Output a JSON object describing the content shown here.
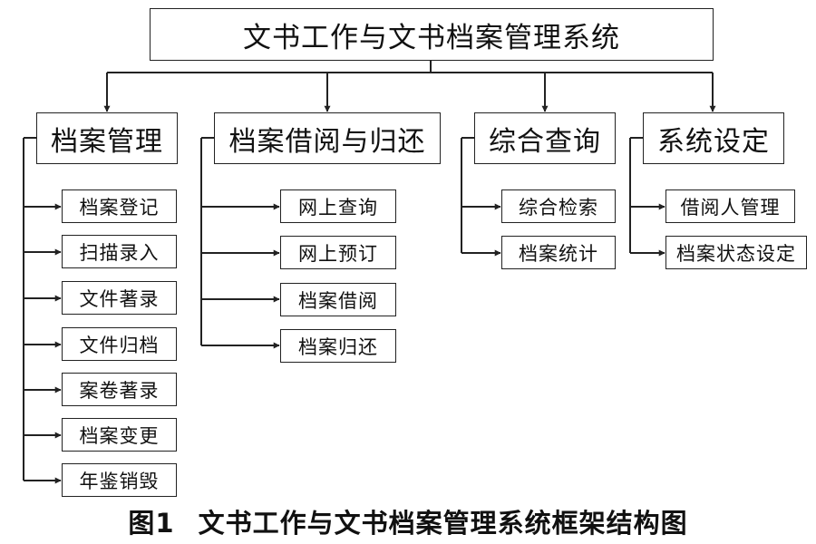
{
  "root": {
    "label": "文书工作与文书档案管理系统"
  },
  "modules": [
    {
      "label": "档案管理",
      "items": [
        "档案登记",
        "扫描录入",
        "文件著录",
        "文件归档",
        "案卷著录",
        "档案变更",
        "年鉴销毁"
      ]
    },
    {
      "label": "档案借阅与归还",
      "items": [
        "网上查询",
        "网上预订",
        "档案借阅",
        "档案归还"
      ]
    },
    {
      "label": "综合查询",
      "items": [
        "综合检索",
        "档案统计"
      ]
    },
    {
      "label": "系统设定",
      "items": [
        "借阅人管理",
        "档案状态设定"
      ]
    }
  ],
  "caption": {
    "number": "图1",
    "title": "文书工作与文书档案管理系统框架结构图"
  },
  "colors": {
    "line": "#222222",
    "border": "#222222",
    "background": "#ffffff"
  }
}
